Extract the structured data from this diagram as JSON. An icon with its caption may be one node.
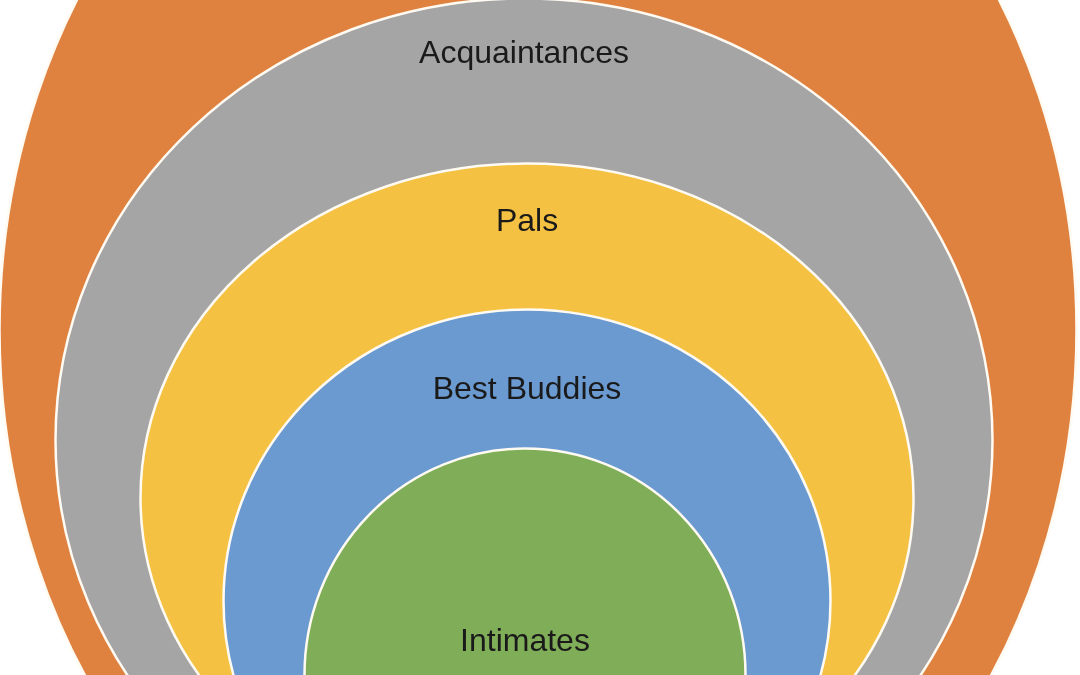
{
  "diagram": {
    "nodes": [
      {
        "text": [],
        "shape": "circle"
      },
      {
        "text": [
          "Acquaintances"
        ],
        "in": 0
      },
      {
        "text": [
          "Pals"
        ],
        "in": 1
      },
      {
        "text": [
          "Best Buddies"
        ],
        "in": 2
      },
      {
        "text": [
          "Intimates"
        ],
        "in": 3
      }
    ]
  }
}
